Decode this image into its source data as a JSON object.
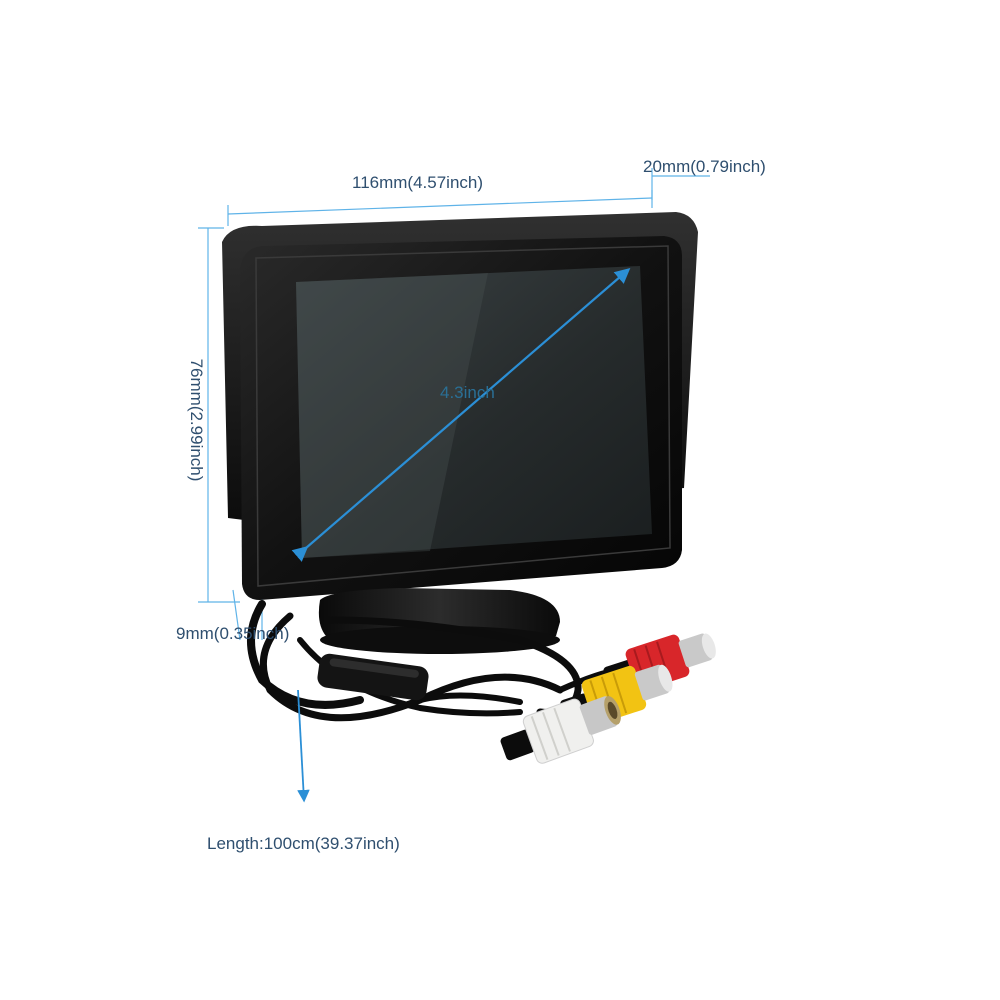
{
  "dimensions": {
    "width": "116mm(4.57inch)",
    "depth": "20mm(0.79inch)",
    "height": "76mm(2.99inch)",
    "thickness": "9mm(0.35inch)",
    "screen_diagonal": "4.3inch",
    "cable_length": "Length:100cm(39.37inch)"
  },
  "colors": {
    "dimension_line": "#5fb3e8",
    "arrow": "#2b8fd6",
    "monitor_body": "#121212",
    "screen": "#2a2f30",
    "rca_red": "#d8262a",
    "rca_yellow": "#f2c313",
    "rca_white": "#f0f0ee"
  }
}
